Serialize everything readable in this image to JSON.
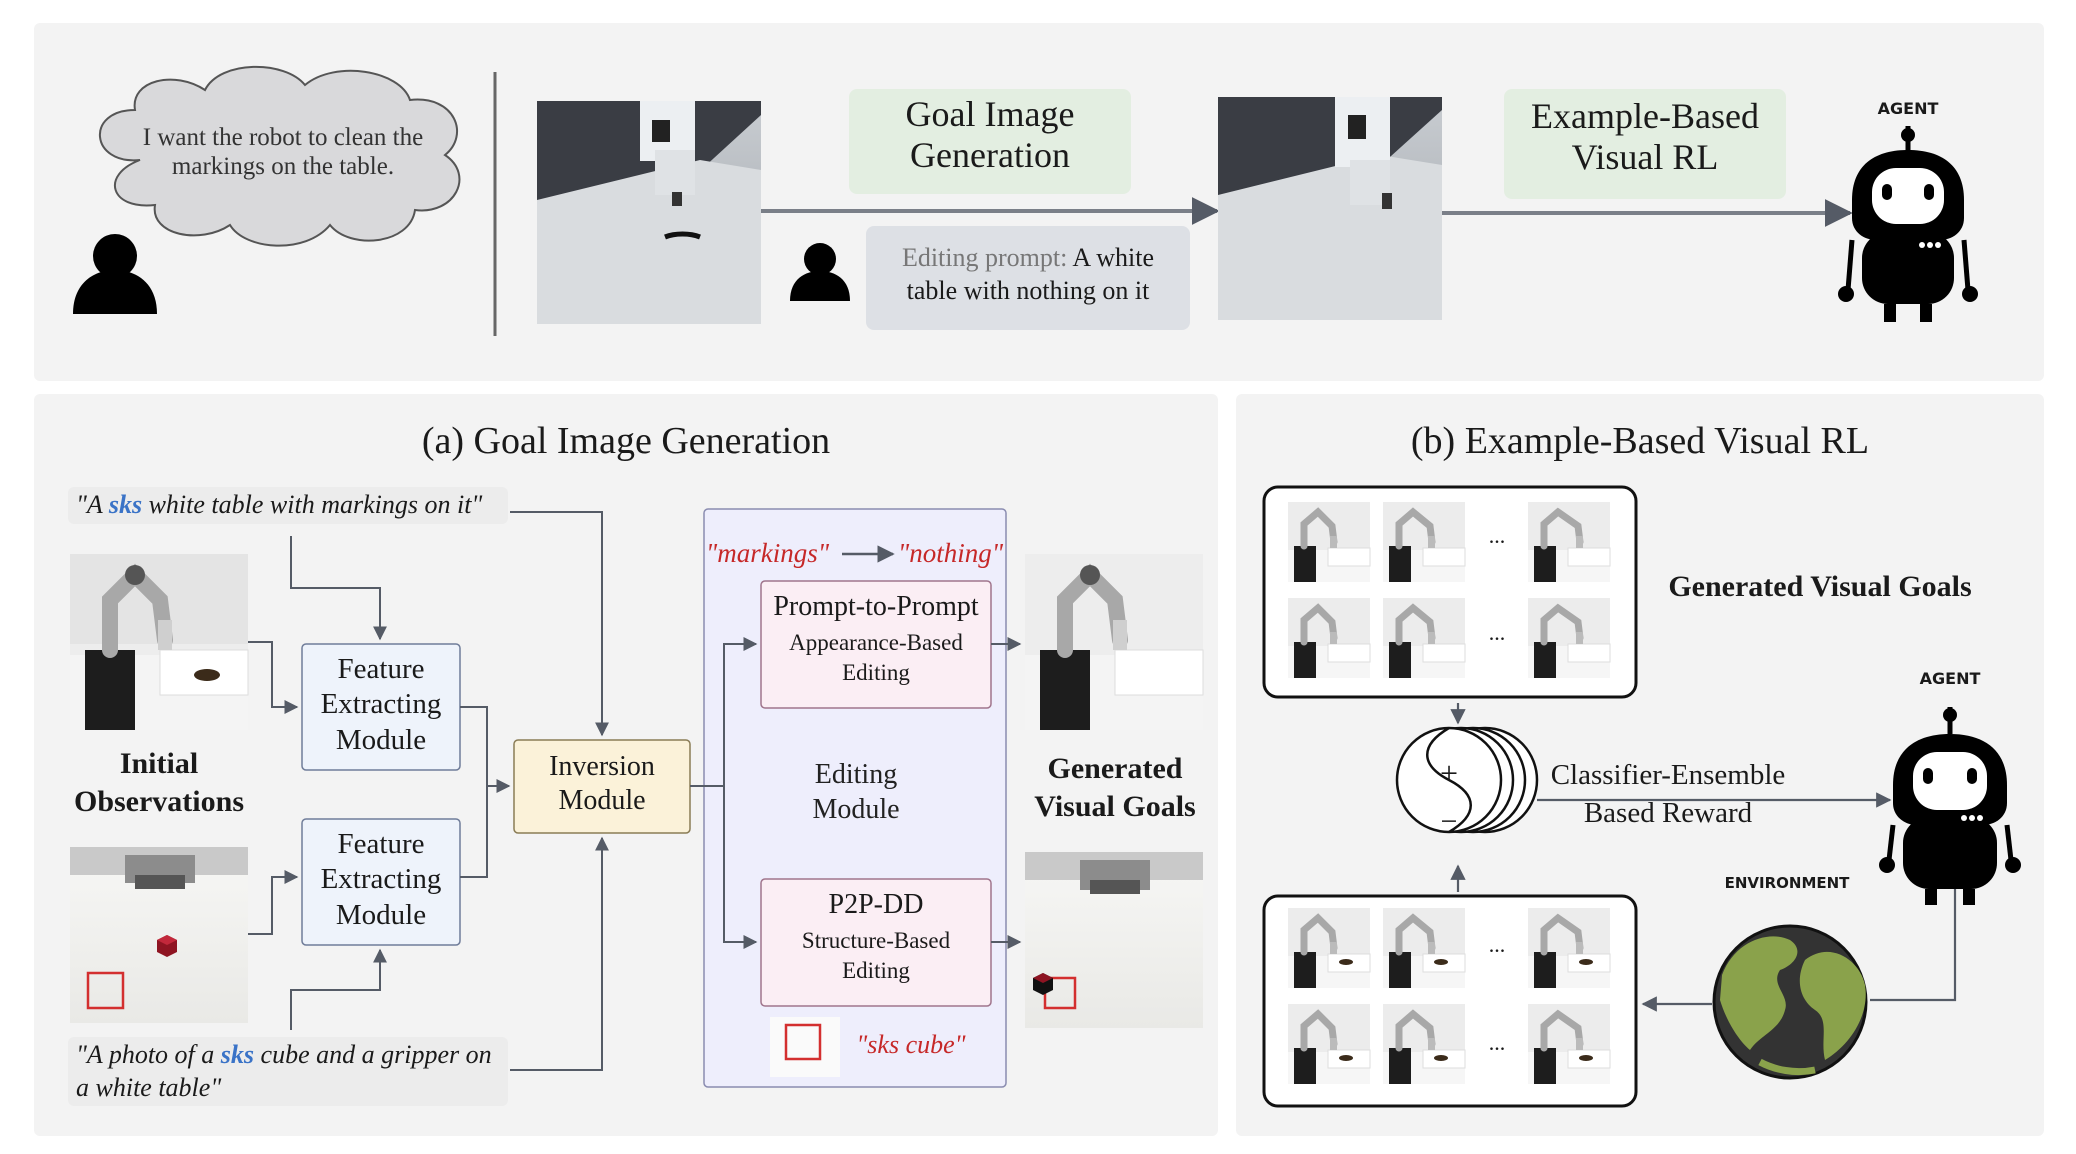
{
  "top": {
    "speech": "I want the robot to clean the markings on the table.",
    "goal_gen_box": "Goal Image Generation",
    "editing_prompt_label": "Editing prompt:",
    "editing_prompt_text": "A white table with nothing on it",
    "ebvrl_box": "Example-Based Visual RL",
    "agent_label": "AGENT"
  },
  "panel_a": {
    "title": "(a) Goal Image Generation",
    "quote1_pre": "\"A ",
    "quote1_sks": "sks",
    "quote1_post": " white table with markings on it\"",
    "quote2_pre": "\"A photo of a ",
    "quote2_sks": "sks",
    "quote2_post": " cube and a gripper on a white table\"",
    "initial_observations": "Initial Observations",
    "feature_module_1": "Feature Extracting Module",
    "feature_module_2": "Feature Extracting Module",
    "inversion_module": "Inversion Module",
    "word_from": "\"markings\"",
    "word_to": "\"nothing\"",
    "p2p_title": "Prompt-to-Prompt",
    "p2p_sub": "Appearance-Based Editing",
    "editing_module": "Editing Module",
    "p2pdd_title": "P2P-DD",
    "p2pdd_sub": "Structure-Based Editing",
    "sks_cube": "\"sks cube\"",
    "generated_visual_goals": "Generated Visual Goals"
  },
  "panel_b": {
    "title": "(b) Example-Based Visual RL",
    "generated_visual_goals": "Generated Visual Goals",
    "ellipsis": "...",
    "plus": "+",
    "minus": "−",
    "reward_label": "Classifier-Ensemble Based Reward",
    "agent_label": "AGENT",
    "environment_label": "ENVIRONMENT"
  },
  "colors": {
    "panel_bg": "#f3f3f3",
    "green_box": "#e3eee1",
    "feature_box": "#eef3fb",
    "inversion_box": "#fbf2d9",
    "editing_bg": "#eeeefc",
    "editing_inner": "#fbeef4",
    "accent_red": "#c62828",
    "accent_blue": "#3a73c7",
    "arrow": "#555b66"
  }
}
